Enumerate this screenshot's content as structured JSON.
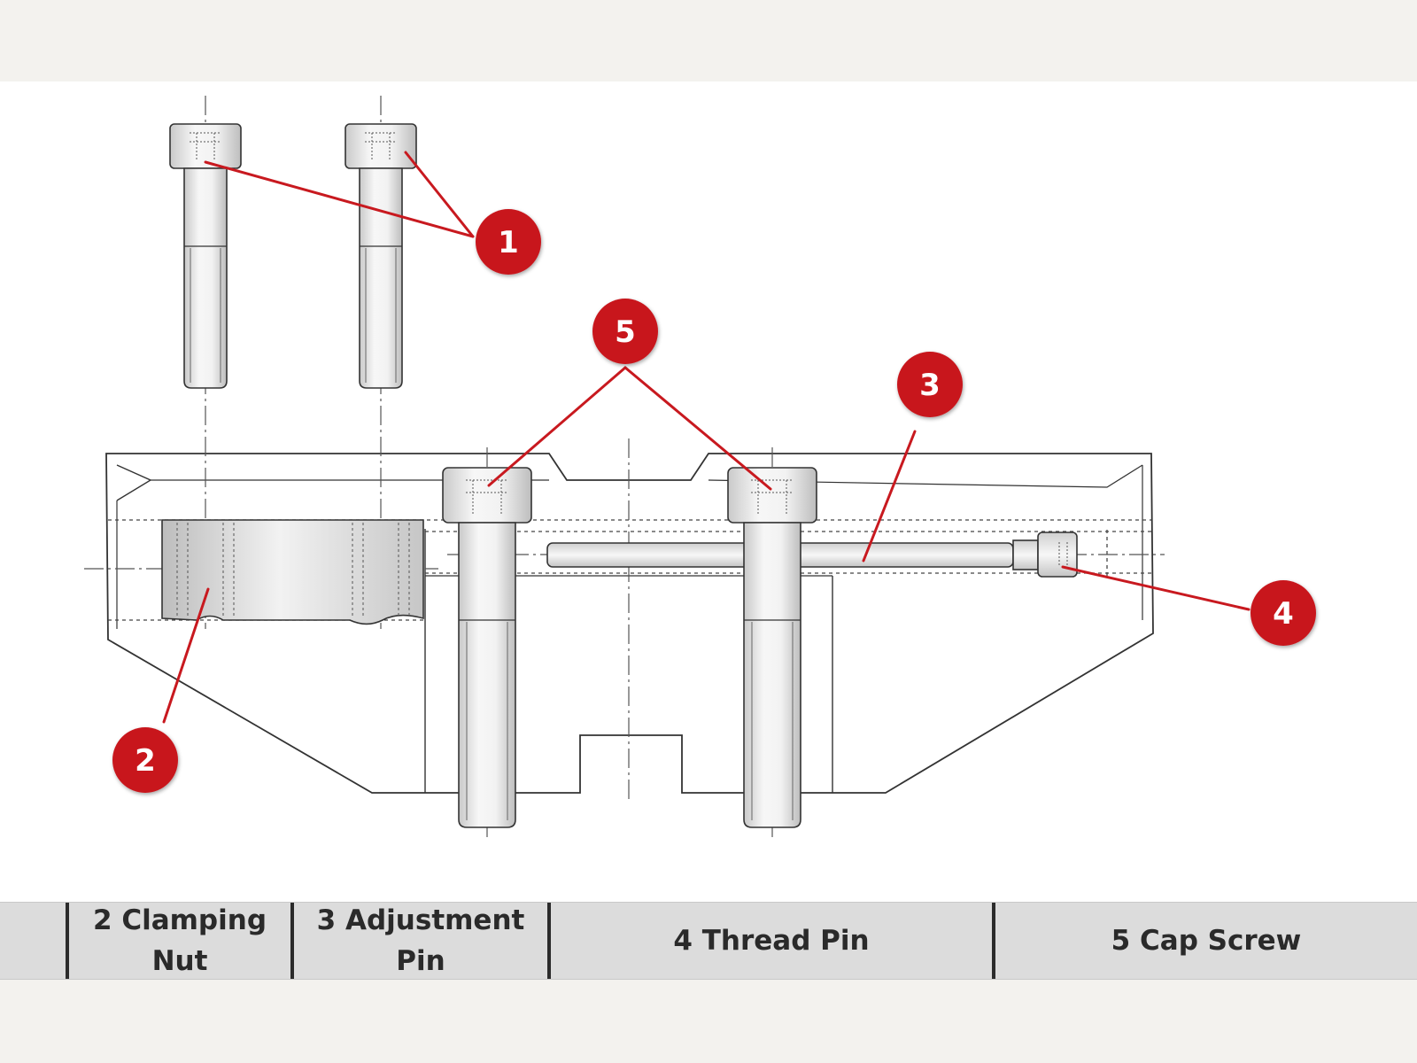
{
  "colors": {
    "background": "#f3f2ee",
    "canvas": "#ffffff",
    "callout_red": "#c8191f",
    "line": "#2f2f2f",
    "legend_bar": "#dcdcdc",
    "divider": "#2b2b2b"
  },
  "callouts": [
    {
      "number": "1"
    },
    {
      "number": "2"
    },
    {
      "number": "3"
    },
    {
      "number": "4"
    },
    {
      "number": "5"
    }
  ],
  "legend": [
    {
      "label": "2 Clamping Nut"
    },
    {
      "label": "3 Adjustment Pin"
    },
    {
      "label": "4 Thread Pin"
    },
    {
      "label": "5 Cap Screw"
    }
  ]
}
